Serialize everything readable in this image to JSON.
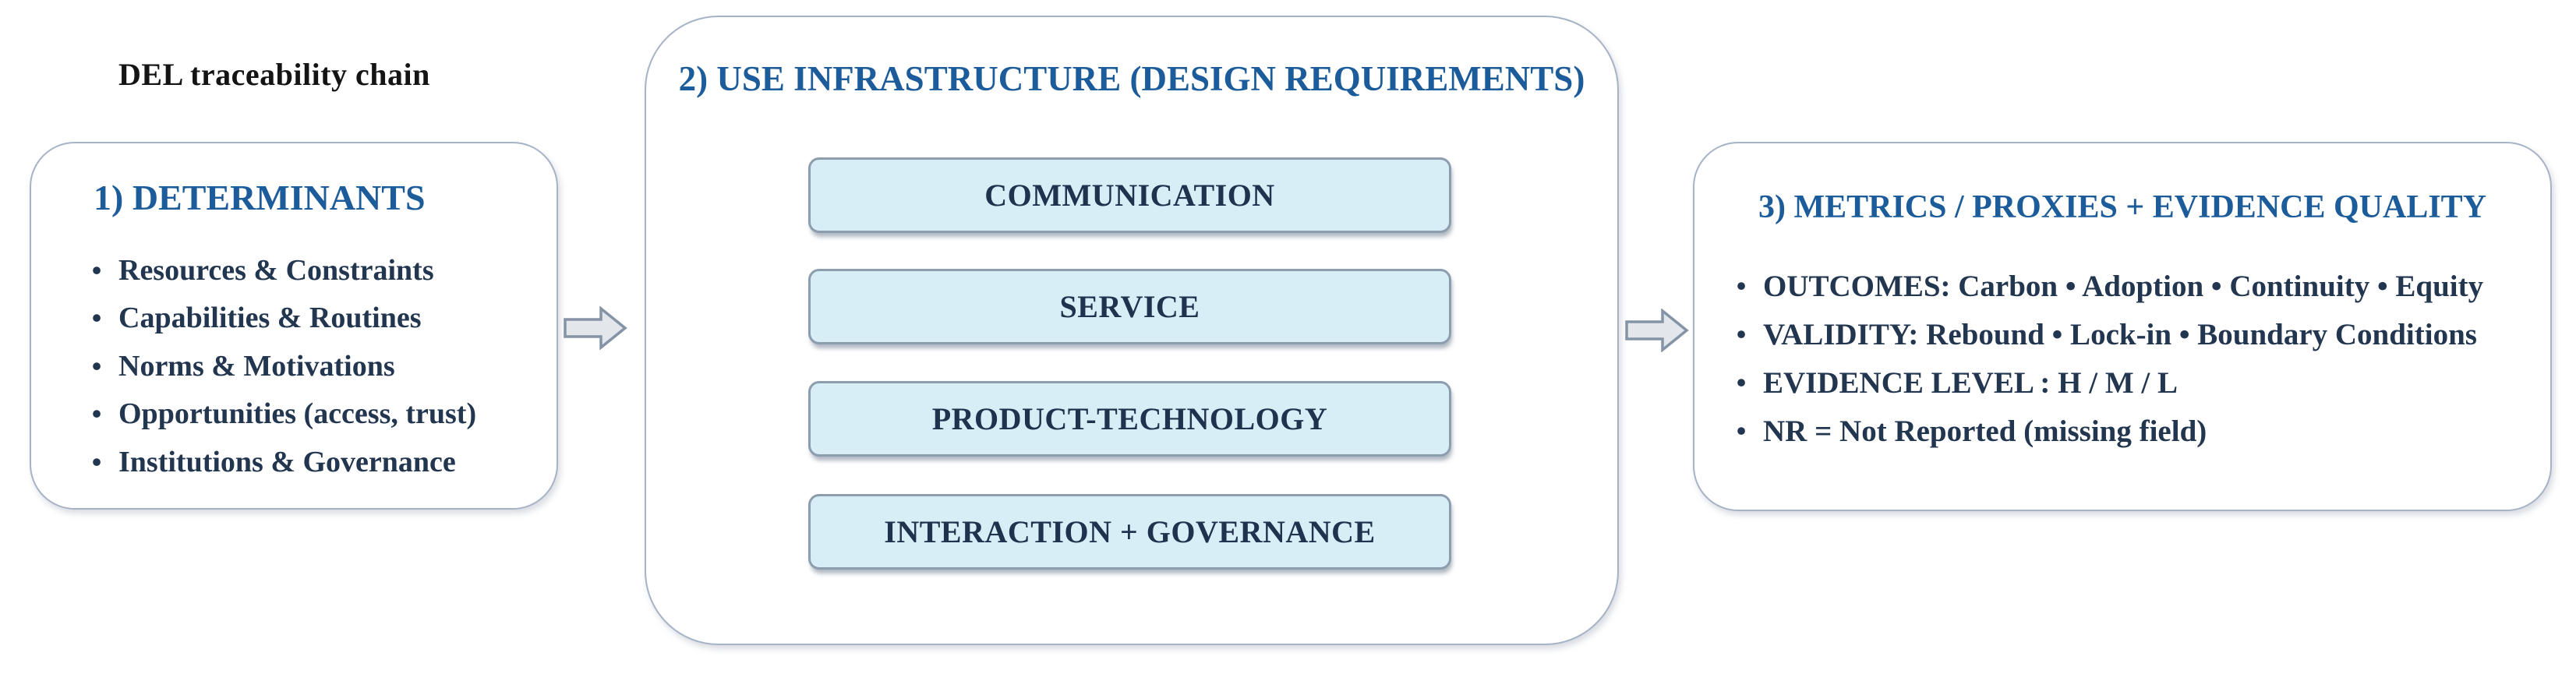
{
  "page": {
    "title": "DEL traceability chain"
  },
  "glyphs": {
    "bullet": "•"
  },
  "colors": {
    "heading_blue": "#1d5c9b",
    "body_navy": "#233650",
    "title_black": "#141414",
    "outer_box_border": "#a6b3c6",
    "outer_box_fill": "#ffffff",
    "subbox_fill": "#d8eef7",
    "subbox_border": "#8c9dae",
    "arrow_fill": "#e3e7ec",
    "arrow_border": "#8494a6"
  },
  "determinants": {
    "heading": "1) DETERMINANTS",
    "bullets": [
      "Resources & Constraints",
      "Capabilities & Routines",
      "Norms & Motivations",
      "Opportunities (access, trust)",
      "Institutions & Governance"
    ]
  },
  "infrastructure": {
    "heading": "2) USE INFRASTRUCTURE (DESIGN REQUIREMENTS)",
    "components": [
      "COMMUNICATION",
      "SERVICE",
      "PRODUCT-TECHNOLOGY",
      "INTERACTION + GOVERNANCE"
    ]
  },
  "metrics": {
    "heading": "3) METRICS / PROXIES + EVIDENCE QUALITY",
    "bullets": [
      "OUTCOMES: Carbon • Adoption • Continuity • Equity",
      "VALIDITY: Rebound • Lock-in • Boundary Conditions",
      "EVIDENCE LEVEL : H / M / L",
      "NR = Not Reported (missing field)"
    ]
  }
}
